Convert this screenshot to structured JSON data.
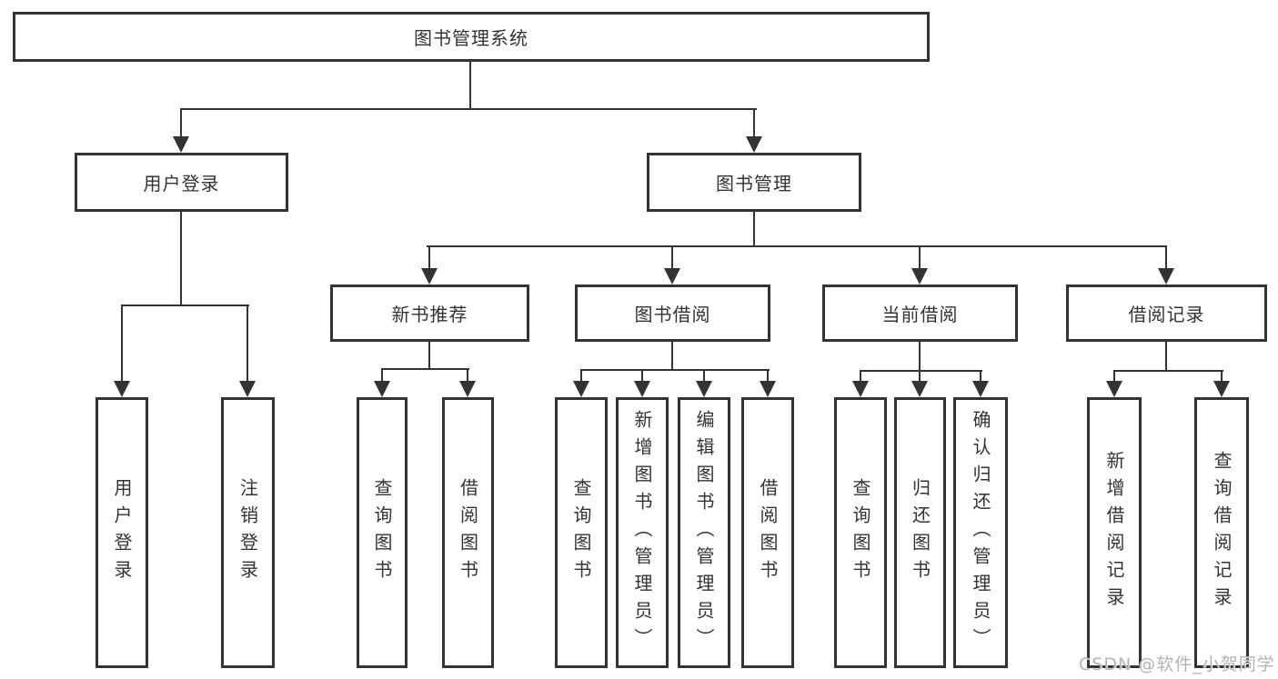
{
  "diagram": {
    "title": "图书管理系统",
    "tree": {
      "root": {
        "label": "图书管理系统",
        "children": [
          {
            "label": "用户登录",
            "children": [
              {
                "label": "用户登录"
              },
              {
                "label": "注销登录"
              }
            ]
          },
          {
            "label": "图书管理",
            "children": [
              {
                "label": "新书推荐",
                "children": [
                  {
                    "label": "查询图书"
                  },
                  {
                    "label": "借阅图书"
                  }
                ]
              },
              {
                "label": "图书借阅",
                "children": [
                  {
                    "label": "查询图书"
                  },
                  {
                    "label": "新增图书（管理员）"
                  },
                  {
                    "label": "编辑图书（管理员）"
                  },
                  {
                    "label": "借阅图书"
                  }
                ]
              },
              {
                "label": "当前借阅",
                "children": [
                  {
                    "label": "查询图书"
                  },
                  {
                    "label": "归还图书"
                  },
                  {
                    "label": "确认归还（管理员）"
                  }
                ]
              },
              {
                "label": "借阅记录",
                "children": [
                  {
                    "label": "新增借阅记录"
                  },
                  {
                    "label": "查询借阅记录"
                  }
                ]
              }
            ]
          }
        ]
      }
    },
    "colors": {
      "line": "#333333",
      "box_border": "#333333",
      "text": "#333333",
      "background": "#ffffff",
      "watermark": "#b3b3b3"
    }
  },
  "watermark": {
    "text": "CSDN @软件_小贺同学"
  }
}
